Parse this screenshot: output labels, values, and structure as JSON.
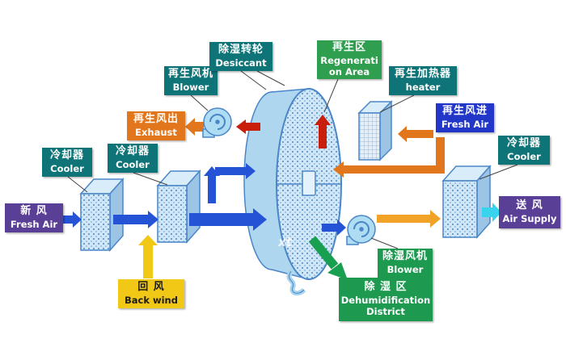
{
  "palette": {
    "blue_arrow": "#2553d6",
    "amber_arrow": "#f0a326",
    "orange_arrow": "#e2761c",
    "yellow_arrow": "#f2c816",
    "red_arrow": "#c81e0a",
    "cyan_arrow": "#38d4ee",
    "green_arrow": "#18a050",
    "component_fill": "#bfe0f4",
    "component_stroke": "#4a86c8"
  },
  "watermark": "xt",
  "labels": {
    "fresh_air_in": {
      "zh": "新 风",
      "en": "Fresh Air",
      "bg": "#5a3f96",
      "fg": "#ffffff"
    },
    "cooler1": {
      "zh": "冷却器",
      "en": "Cooler",
      "bg": "#0e7478",
      "fg": "#ffffff"
    },
    "cooler2": {
      "zh": "冷却器",
      "en": "Cooler",
      "bg": "#0e7478",
      "fg": "#ffffff"
    },
    "back_wind": {
      "zh": "回 风",
      "en": "Back wind",
      "bg": "#f2c816",
      "fg": "#1a1a1a"
    },
    "regen_blower": {
      "zh": "再生风机",
      "en": "Blower",
      "bg": "#0e7478",
      "fg": "#ffffff"
    },
    "exhaust": {
      "zh": "再生风出",
      "en": "Exhaust",
      "bg": "#e2761c",
      "fg": "#ffffff"
    },
    "desiccant": {
      "zh": "除湿转轮",
      "en": "Desiccant",
      "bg": "#0e7478",
      "fg": "#ffffff"
    },
    "regen_area": {
      "zh": "再生区",
      "en": "Regeneration Area",
      "bg": "#2f9e4e",
      "fg": "#ffffff"
    },
    "heater": {
      "zh": "再生加热器",
      "en": "heater",
      "bg": "#0e7478",
      "fg": "#ffffff"
    },
    "regen_fresh_air": {
      "zh": "再生风进",
      "en": "Fresh Air",
      "bg": "#2237c8",
      "fg": "#ffffff"
    },
    "cooler3": {
      "zh": "冷却器",
      "en": "Cooler",
      "bg": "#0e7478",
      "fg": "#ffffff"
    },
    "air_supply": {
      "zh": "送 风",
      "en": "Air Supply",
      "bg": "#5a3f96",
      "fg": "#ffffff"
    },
    "dehum_blower": {
      "zh": "除湿风机",
      "en": "Blower",
      "bg": "#1d9a50",
      "fg": "#ffffff"
    },
    "dehum_district": {
      "zh": "除 湿 区",
      "en": "Dehumidification District",
      "bg": "#1d9a50",
      "fg": "#ffffff"
    }
  }
}
